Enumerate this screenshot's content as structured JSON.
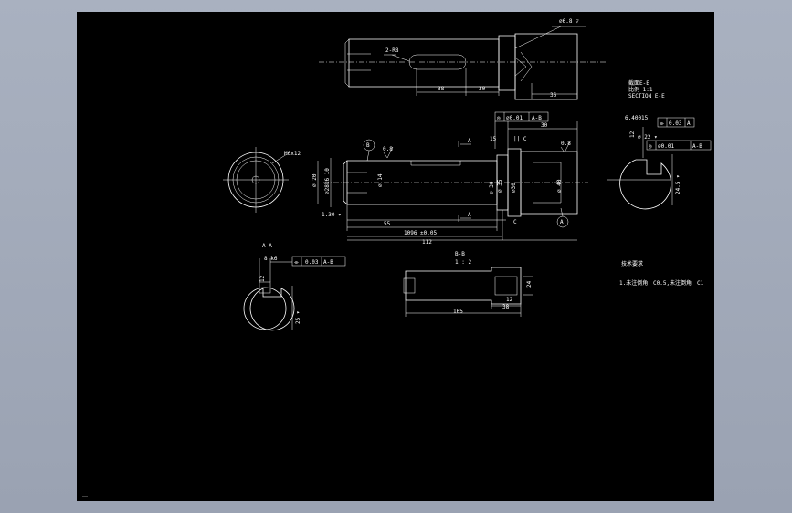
{
  "view_shaft": {
    "slot_label": "2-R8",
    "dim_slot_length": "38",
    "dim_slot_offset": "30",
    "dim_end": "36",
    "hole_note": "⌀6.8 ▽"
  },
  "section_e": {
    "title_cn": "截面E-E",
    "scale": "比例 1:1",
    "title_en": "SECTION E-E"
  },
  "main_view": {
    "balloon_b": "B",
    "balloon_a": "A",
    "tol_frame_top": [
      "◎",
      "⌀0.01",
      "A-B"
    ],
    "dim_30": "30",
    "dim_15": "15",
    "dim_c": "C",
    "dim_l": "|| C",
    "rough_08": "0.8",
    "rough_08b": "0.8",
    "dim_a_top": "A",
    "dim_a_bot": "A",
    "dim_20": "⌀ 20",
    "dim_d28": "⌀28k6 10",
    "dim_d14": "⌀ 14",
    "dim_d30": "⌀ 30",
    "dim_d35": "⌀ 35",
    "dim_d40": "⌀ 40",
    "dim_d30b": "⌀30",
    "dim_130": "1.30 ▾",
    "dim_55": "55",
    "dim_1096": "1096 ±0.05",
    "dim_112": "112"
  },
  "end_view": {
    "thread": "M6x12"
  },
  "section_right": {
    "key_width": "6.40015",
    "tol_frame_1": [
      "⌯",
      "0.03",
      "A"
    ],
    "tol_frame_2": [
      "◎",
      "⌀0.01",
      "A-B"
    ],
    "rough": "⌀ 22 ▾",
    "dim_12": "12",
    "dim_24": "24.5 ▾"
  },
  "section_aa": {
    "title": "A-A",
    "dim_width": "8 k6",
    "tol_frame": [
      "⌯",
      "0.03",
      "A-B"
    ],
    "dim_2": "12",
    "dim_depth": "25 ▾"
  },
  "section_bb": {
    "title": "B-B",
    "scale": "1 : 2",
    "dim_24": "24",
    "dim_12": "12",
    "dim_38": "38",
    "dim_165": "165"
  },
  "tech_req": {
    "title": "技术要求",
    "line1_a": "1.未注倒角",
    "line1_b": "C0.5,未注倒角",
    "line1_c": "C1"
  },
  "colors": {
    "background": "#a9b1c0",
    "sheet": "#000000",
    "ink": "#ffffff"
  }
}
